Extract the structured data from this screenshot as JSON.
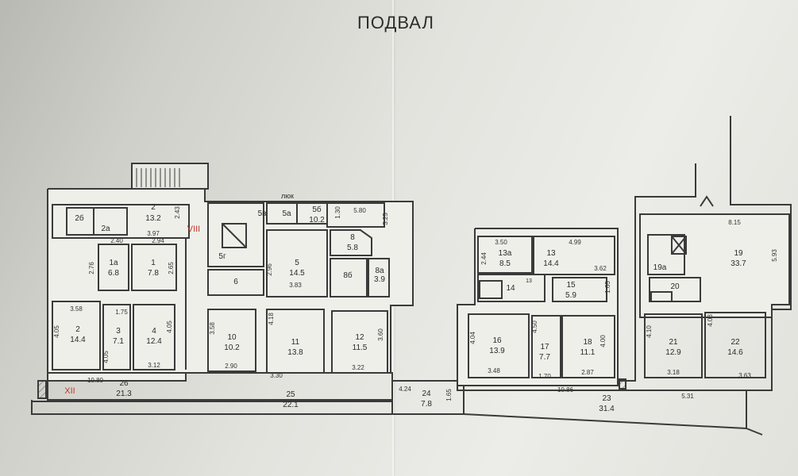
{
  "title": "ПОДВАЛ",
  "colors": {
    "line": "#3a3a3a",
    "fill": "#f2f2ee",
    "roman": "#c0392b",
    "text": "#2a2a2a"
  },
  "rooms": [
    {
      "no": "2б",
      "area": ""
    },
    {
      "no": "2а",
      "area": ""
    },
    {
      "no": "2",
      "area": "13.2"
    },
    {
      "no": "1а",
      "area": "6.8"
    },
    {
      "no": "1",
      "area": "7.8"
    },
    {
      "no": "2",
      "area": "14.4"
    },
    {
      "no": "3",
      "area": "7.1"
    },
    {
      "no": "4",
      "area": "12.4"
    },
    {
      "no": "26",
      "area": "21.3"
    },
    {
      "no": "5в",
      "area": ""
    },
    {
      "no": "5а",
      "area": ""
    },
    {
      "no": "5б",
      "area": "10.2"
    },
    {
      "no": "5г",
      "area": ""
    },
    {
      "no": "5",
      "area": "14.5"
    },
    {
      "no": "8",
      "area": "5.8"
    },
    {
      "no": "6",
      "area": ""
    },
    {
      "no": "8б",
      "area": ""
    },
    {
      "no": "8а",
      "area": "3.9"
    },
    {
      "no": "10",
      "area": "10.2"
    },
    {
      "no": "11",
      "area": "13.8"
    },
    {
      "no": "12",
      "area": "11.5"
    },
    {
      "no": "25",
      "area": "22.1"
    },
    {
      "no": "24",
      "area": "7.8"
    },
    {
      "no": "13а",
      "area": "8.5"
    },
    {
      "no": "13",
      "area": "14.4"
    },
    {
      "no": "14",
      "area": ""
    },
    {
      "no": "15",
      "area": "5.9"
    },
    {
      "no": "16",
      "area": "13.9"
    },
    {
      "no": "17",
      "area": "7.7"
    },
    {
      "no": "18",
      "area": "11.1"
    },
    {
      "no": "23",
      "area": "31.4"
    },
    {
      "no": "19",
      "area": "33.7"
    },
    {
      "no": "19а",
      "area": ""
    },
    {
      "no": "20",
      "area": ""
    },
    {
      "no": "21",
      "area": "12.9"
    },
    {
      "no": "22",
      "area": "14.6"
    }
  ],
  "dims": [
    "2.43",
    "3.97",
    "2.40",
    "2.94",
    "2.76",
    "2.65",
    "3.58",
    "1.75",
    "4.05",
    "4.05",
    "4.05",
    "3.12",
    "10.80",
    "1.30",
    "5.80",
    "3.25",
    "2.96",
    "3.83",
    "4.18",
    "3.58",
    "2.90",
    "3.30",
    "3.60",
    "3.22",
    "4.24",
    "1.65",
    "3.50",
    "4.99",
    "2.44",
    "3.62",
    "1.65",
    "4.04",
    "4.50",
    "4.00",
    "3.48",
    "1.70",
    "2.87",
    "10.86",
    "8.15",
    "5.93",
    "4.10",
    "4.08",
    "3.18",
    "3.63",
    "5.31"
  ],
  "labels": [
    "люк",
    "VIII",
    "XII",
    "13"
  ]
}
